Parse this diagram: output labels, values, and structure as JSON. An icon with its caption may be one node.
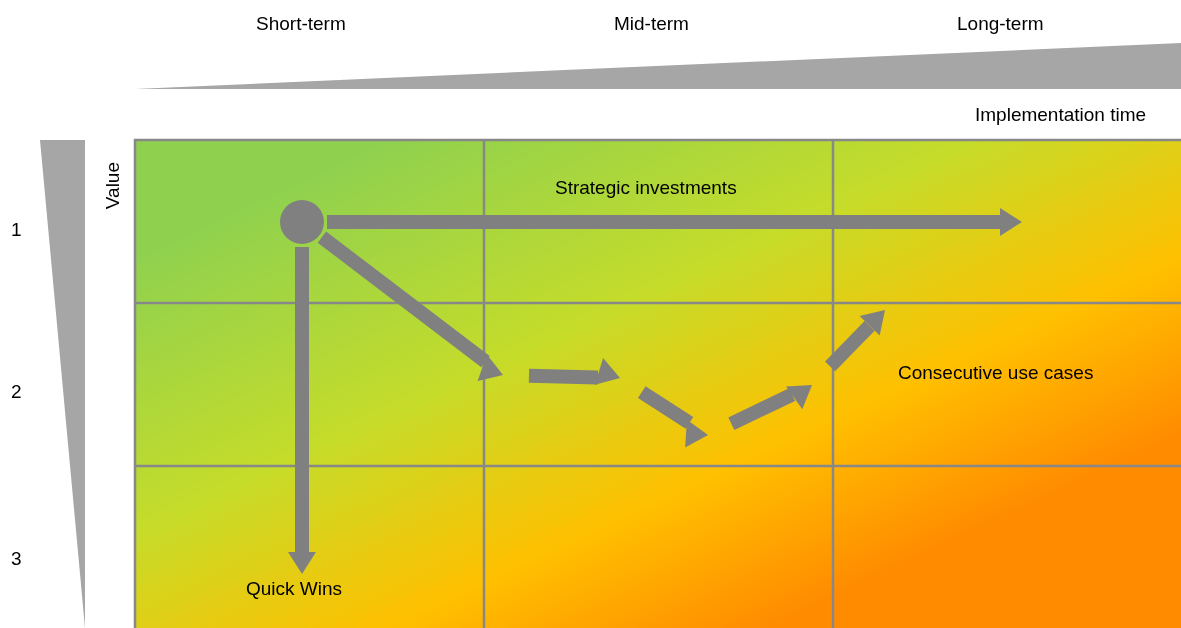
{
  "diagram": {
    "nodes": [
      {
        "text": [],
        "shape": "circle"
      },
      {
        "text": [
          "Quick Wins"
        ]
      }
    ],
    "edges": [
      {
        "from": 0,
        "to": null,
        "arrow": "to",
        "label": "Strategic investments"
      },
      {
        "from": 0,
        "to": 1,
        "arrow": "to"
      },
      {
        "from": 0,
        "to": null,
        "arrow": "to",
        "style": "dashed"
      }
    ],
    "labels": [
      "Short-term",
      "Mid-term",
      "Long-term",
      "Implementation time",
      "Value",
      "1",
      "2",
      "3",
      "Consecutive use cases"
    ]
  }
}
